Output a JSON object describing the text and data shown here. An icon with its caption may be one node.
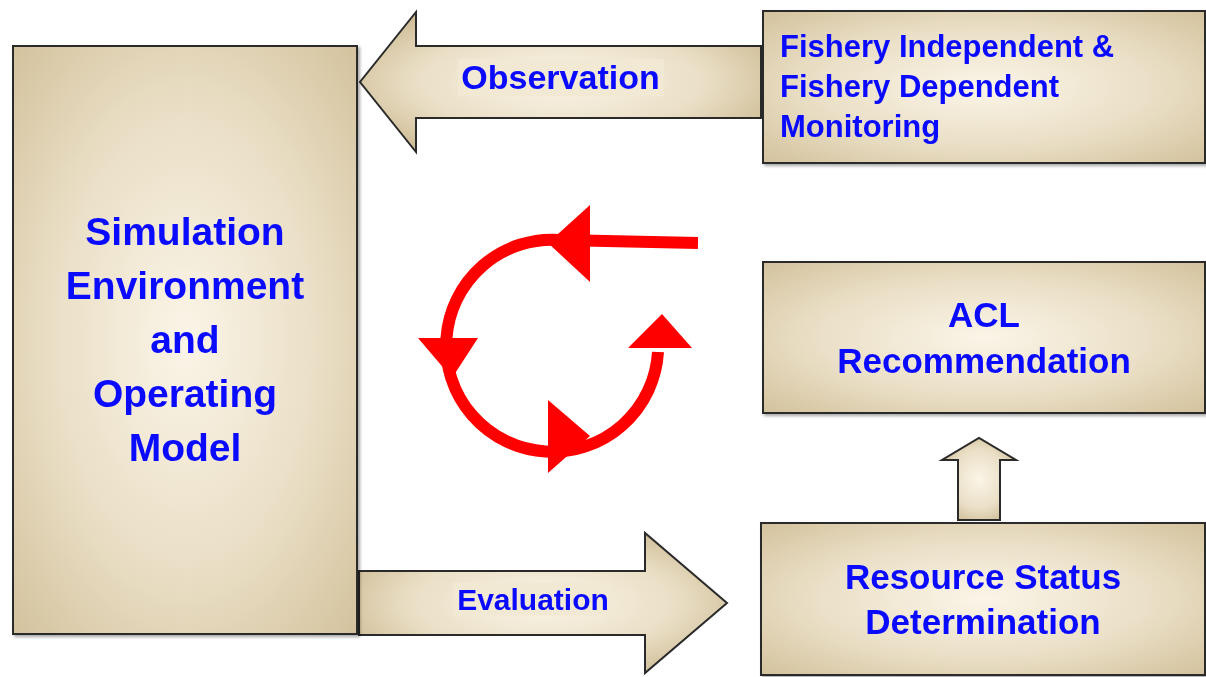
{
  "diagram": {
    "nodes": [
      {
        "text": [
          "Simulation Environment and Operating Model"
        ]
      },
      {
        "text": [
          "Fishery Independent & Fishery Dependent Monitoring"
        ]
      },
      {
        "text": [
          "ACL Recommendation"
        ]
      },
      {
        "text": [
          "Resource Status Determination"
        ]
      }
    ],
    "edges": [
      {
        "from": 1,
        "to": 0,
        "arrow": "to",
        "label": "Observation"
      },
      {
        "from": 0,
        "to": 3,
        "arrow": "to",
        "label": "Evaluation"
      },
      {
        "from": 3,
        "to": 2,
        "arrow": "to"
      }
    ]
  }
}
